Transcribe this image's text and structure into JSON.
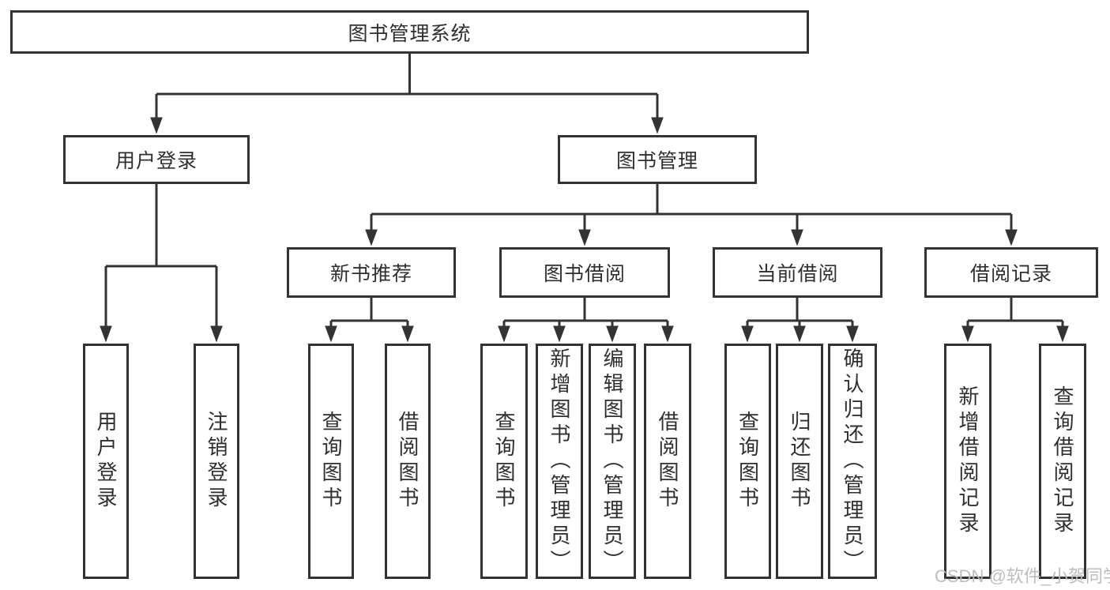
{
  "colors": {
    "line": "#333333",
    "box_border": "#333333",
    "text": "#2f2f2f",
    "watermark": "#bababa",
    "background": "#ffffff"
  },
  "nodes": {
    "root": "图书管理系统",
    "level2": {
      "user_login": "用户登录",
      "book_management": "图书管理"
    },
    "level3": {
      "new_book_recommend": "新书推荐",
      "book_borrow": "图书借阅",
      "current_borrow": "当前借阅",
      "borrow_records": "借阅记录"
    },
    "leaves": {
      "user_login": "用户登录",
      "logout": "注销登录",
      "recommend_query_books": "查询图书",
      "recommend_borrow_books": "借阅图书",
      "borrow_query_books": "查询图书",
      "borrow_add_books_admin": "新增图书（管理员）",
      "borrow_edit_books_admin": "编辑图书（管理员）",
      "borrow_borrow_books": "借阅图书",
      "current_query_books": "查询图书",
      "current_return_books": "归还图书",
      "current_confirm_return_admin": "确认归还（管理员）",
      "records_add_borrow_record": "新增借阅记录",
      "records_query_borrow_record": "查询借阅记录"
    }
  },
  "watermark": "CSDN @软件_小贺同学"
}
